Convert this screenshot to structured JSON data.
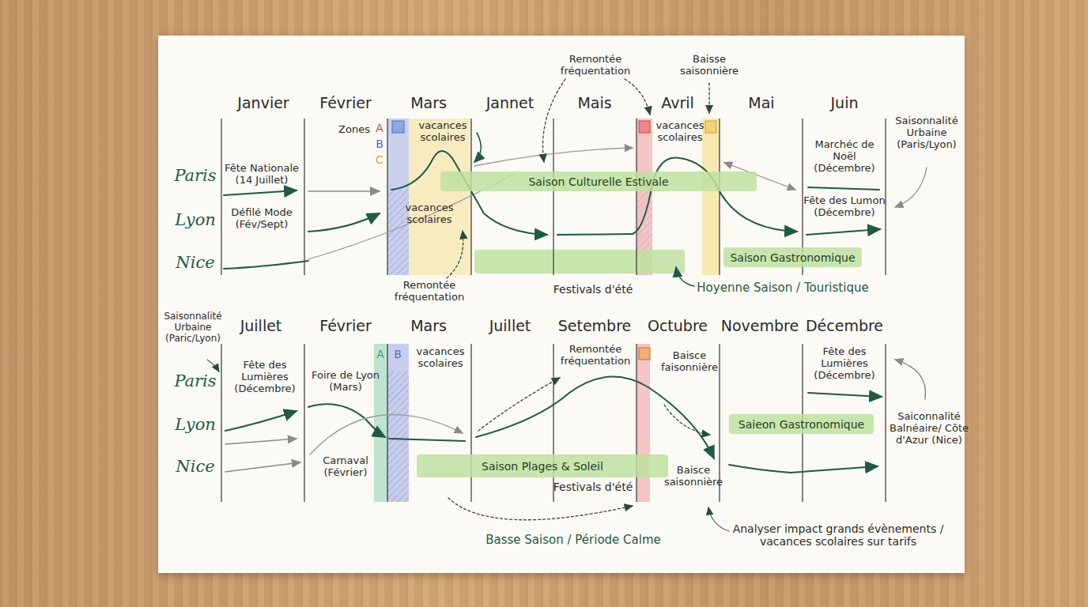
{
  "diagram": {
    "nodes": [
      {
        "text": [
          "Saison Culturelle Estivale"
        ]
      },
      {
        "text": [
          "Saison Gastronomique"
        ]
      },
      {
        "text": [
          "Saison Plages & Soleil"
        ]
      },
      {
        "text": [
          "Saieon Gastronomique"
        ]
      }
    ],
    "labels": [
      "Janvier",
      "Février",
      "Mars",
      "Jannet",
      "Mais",
      "Avril",
      "Mai",
      "Juin",
      "Remontée fréquentation",
      "Baisse saisonnière",
      "Saisonnalité Urbaine (Paris/Lyon)",
      "Paris",
      "Lyon",
      "Nice",
      "Zones",
      "A",
      "B",
      "C",
      "vacances scolaires",
      "vacances scolaires",
      "vacances scolaires",
      "Fête Nationale (14 Juillet)",
      "Défilé Mode (Fév/Sept)",
      "Marchéc de Noël (Décembre)",
      "Fête des Lumon (Décembre)",
      "Remontée fréquentation",
      "Festivals d'été",
      "Hoyenne Saison / Touristique",
      "Juillet",
      "Février",
      "Mars",
      "Juillet",
      "Setembre",
      "Octubre",
      "Novembre",
      "Décembre",
      "Saisonnalité Urbaine (Paric/Lyon)",
      "Paris",
      "Lyon",
      "Nice",
      "Fête des Lumières (Décembre)",
      "Foire de Lyon (Mars)",
      "Carnaval (Février)",
      "A",
      "B",
      "vacances scolaires",
      "Remontée fréquentation",
      "Baisce faisonnière",
      "Baisce saisonnière",
      "Festivals d'été",
      "Fête des Lumières (Décembre)",
      "Saiconnalité Balnéaire/ Côte d'Azur (Nice)",
      "Basse Saison / Période Calme",
      "Analyser impact grands évènements / vacances scolaires sur tarifs"
    ]
  }
}
